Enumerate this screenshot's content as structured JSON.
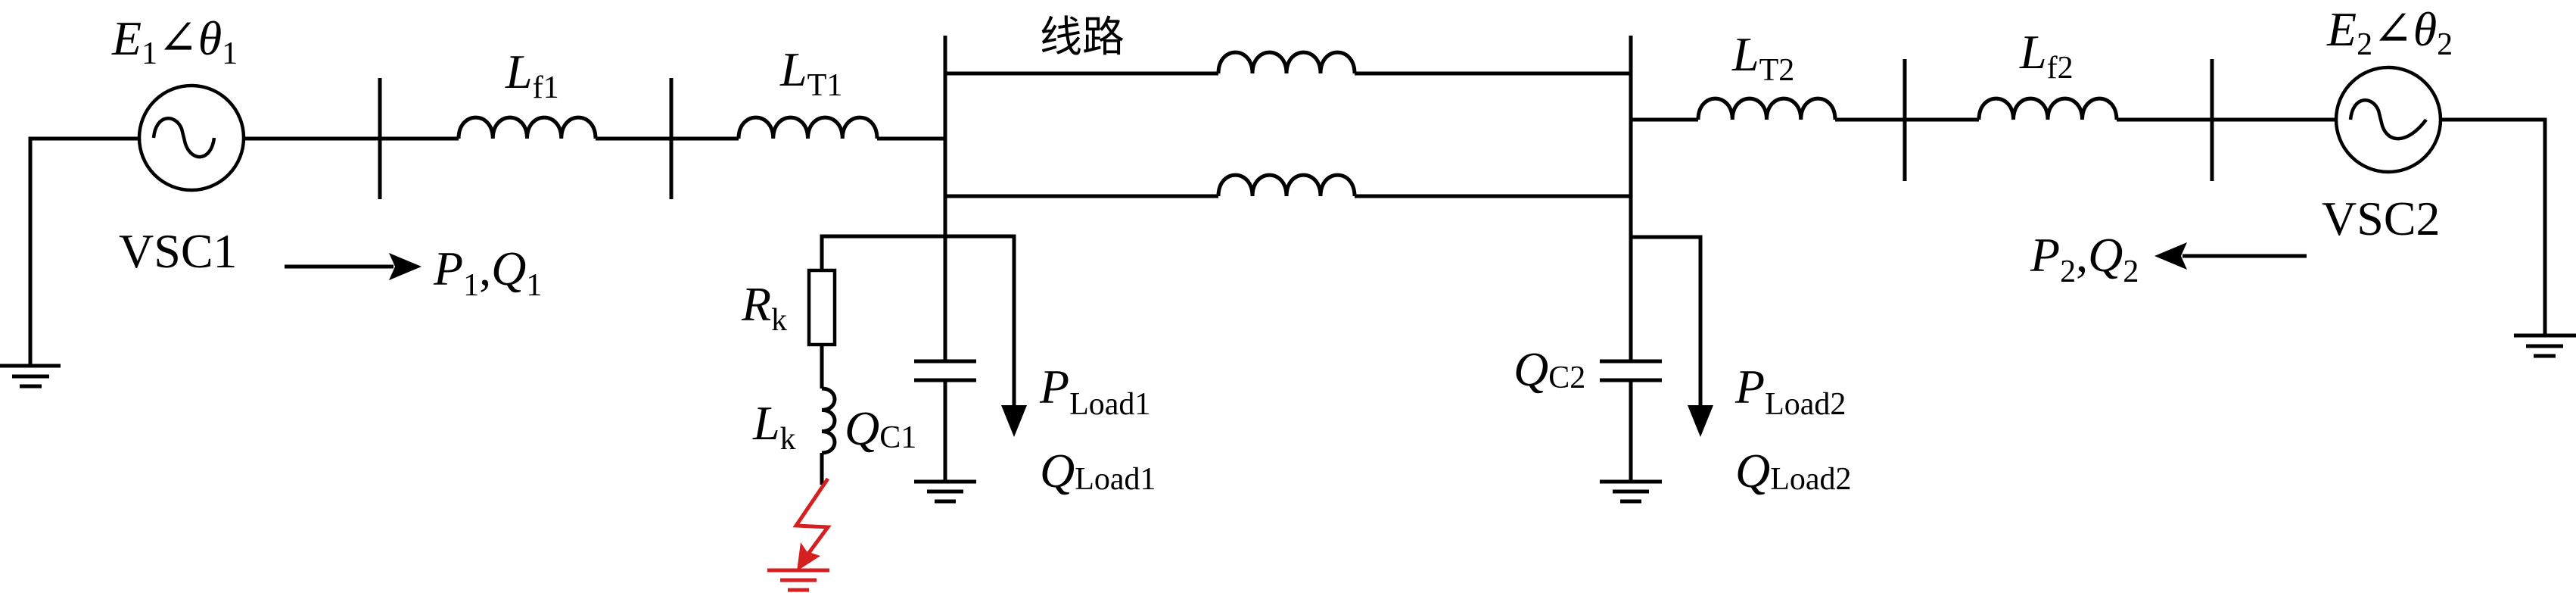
{
  "title": "双端VSC系统故障示意图",
  "colors": {
    "wire": "#000000",
    "fault": "#d42020",
    "background": "#ffffff"
  },
  "sources": [
    {
      "name": "VSC1",
      "emf": "E",
      "emf_sub": "1",
      "angle_symbol": "∠",
      "theta": "θ",
      "theta_sub": "1",
      "icon": "ac-source-icon"
    },
    {
      "name": "VSC2",
      "emf": "E",
      "emf_sub": "2",
      "angle_symbol": "∠",
      "theta": "θ",
      "theta_sub": "2",
      "icon": "ac-source-icon"
    }
  ],
  "inductors": {
    "lf1": {
      "sym": "L",
      "sub": "f1"
    },
    "lt1": {
      "sym": "L",
      "sub": "T1"
    },
    "lt2": {
      "sym": "L",
      "sub": "T2"
    },
    "lf2": {
      "sym": "L",
      "sub": "f2"
    },
    "lk": {
      "sym": "L",
      "sub": "k"
    }
  },
  "resistor": {
    "sym": "R",
    "sub": "k"
  },
  "line_label": "线路",
  "flows": {
    "p1q1": {
      "p": "P",
      "p_sub": "1",
      "sep": ",",
      "q": "Q",
      "q_sub": "1",
      "direction": "right"
    },
    "p2q2": {
      "p": "P",
      "p_sub": "2",
      "sep": ",",
      "q": "Q",
      "q_sub": "2",
      "direction": "left"
    }
  },
  "compensators": {
    "qc1": {
      "sym": "Q",
      "sub": "C1"
    },
    "qc2": {
      "sym": "Q",
      "sub": "C2"
    }
  },
  "loads": {
    "load1": {
      "p": "P",
      "p_sub": "Load1",
      "q": "Q",
      "q_sub": "Load1"
    },
    "load2": {
      "p": "P",
      "p_sub": "Load2",
      "q": "Q",
      "q_sub": "Load2"
    }
  },
  "fault": {
    "type": "ground-fault",
    "icon": "fault-lightning-icon"
  }
}
